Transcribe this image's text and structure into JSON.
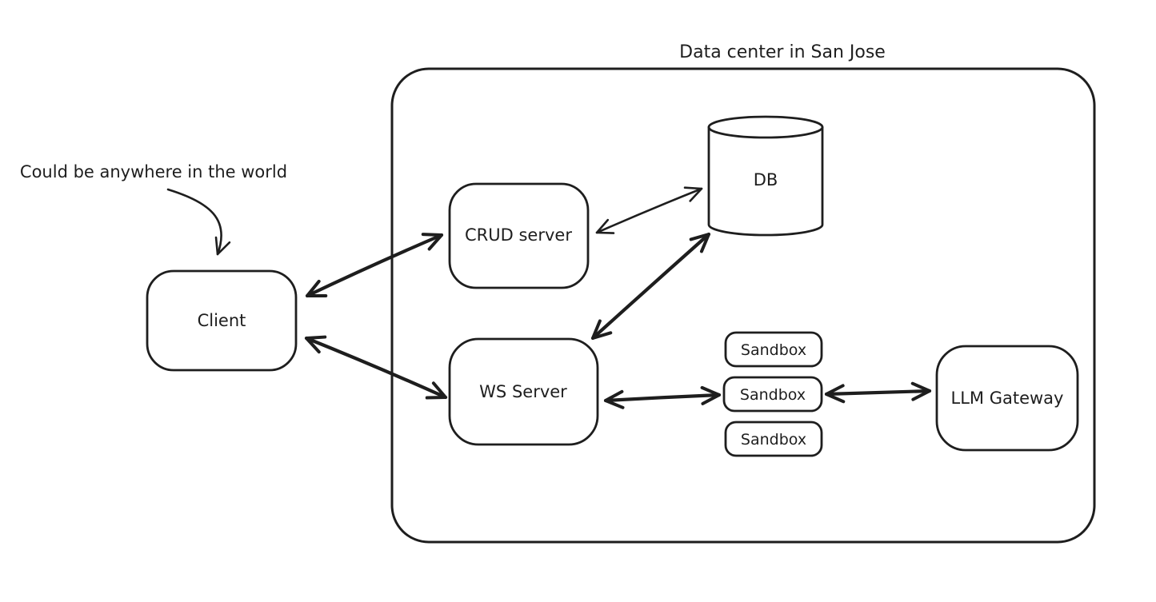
{
  "diagram": {
    "background": "#ffffff",
    "stroke_color": "#1e1e1e",
    "container": {
      "title": "Data center in San Jose"
    },
    "annotation": {
      "text": "Could be anywhere in the world",
      "points_to": "Client"
    },
    "nodes": {
      "client": {
        "label": "Client",
        "shape": "rounded-rectangle",
        "location": "outside data center"
      },
      "crud_server": {
        "label": "CRUD server",
        "shape": "rounded-rectangle",
        "location": "inside data center"
      },
      "db": {
        "label": "DB",
        "shape": "cylinder",
        "location": "inside data center"
      },
      "ws_server": {
        "label": "WS Server",
        "shape": "rounded-rectangle",
        "location": "inside data center"
      },
      "sandbox_1": {
        "label": "Sandbox",
        "shape": "rounded-rectangle",
        "location": "inside data center"
      },
      "sandbox_2": {
        "label": "Sandbox",
        "shape": "rounded-rectangle",
        "location": "inside data center"
      },
      "sandbox_3": {
        "label": "Sandbox",
        "shape": "rounded-rectangle",
        "location": "inside data center"
      },
      "llm_gateway": {
        "label": "LLM Gateway",
        "shape": "rounded-rectangle",
        "location": "inside data center"
      }
    },
    "edges": [
      {
        "from": "Client",
        "to": "CRUD server",
        "direction": "bidirectional",
        "weight": "thick"
      },
      {
        "from": "Client",
        "to": "WS Server",
        "direction": "bidirectional",
        "weight": "thick"
      },
      {
        "from": "CRUD server",
        "to": "DB",
        "direction": "bidirectional",
        "weight": "thin"
      },
      {
        "from": "WS Server",
        "to": "DB",
        "direction": "bidirectional",
        "weight": "thick"
      },
      {
        "from": "WS Server",
        "to": "Sandbox",
        "direction": "bidirectional",
        "weight": "thick"
      },
      {
        "from": "Sandbox",
        "to": "LLM Gateway",
        "direction": "bidirectional",
        "weight": "thick"
      },
      {
        "from": "annotation",
        "to": "Client",
        "direction": "one-way",
        "weight": "thin",
        "style": "curved"
      }
    ]
  }
}
